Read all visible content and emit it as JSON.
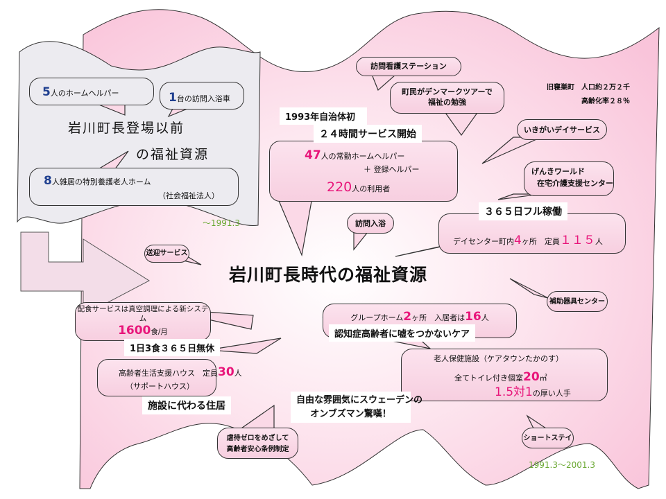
{
  "before": {
    "title1": "岩川町長登場以前",
    "title2": "の福祉資源",
    "period": "～1991.3",
    "helpers": {
      "num": "5",
      "text": "人のホームヘルパー"
    },
    "bath_car": {
      "num": "1",
      "text": "台の訪問入浴車"
    },
    "nursing_home": {
      "num": "8",
      "text": "人雑居の特別養護老人ホーム",
      "sub": "（社会福祉法人）"
    }
  },
  "after": {
    "title": "岩川町長時代の福祉資源",
    "period": "1991.3～2001.3",
    "visit_nursing": "訪問看護ステーション",
    "denmark": [
      "町民がデンマークツアーで",
      "福祉の勉強"
    ],
    "town_info": [
      "旧寝巣町　人口約２万２千",
      "高齢化率２８％"
    ],
    "service24": {
      "label1": "1993年自治体初",
      "label2": "２４時間サービス開始",
      "n1": "47",
      "t1": "人の常勤ホームヘルパー",
      "t2": "＋ 登録ヘルパー",
      "n2": "220",
      "t3": "人の利用者"
    },
    "ikigai": "いきがいデイサービス",
    "genki": [
      "げんきワールド",
      "在宅介護支援センター"
    ],
    "day_center": {
      "label": "３６５日フル稼働",
      "t1": "デイセンター町内",
      "n1": "4",
      "t2": "ヶ所　定員",
      "n2": "１１５",
      "t3": "人"
    },
    "visit_bath": "訪問入浴",
    "transport": "送迎サービス",
    "aids": "補助器具センター",
    "meals": {
      "t1": "配食サービスは真空調理による新システム",
      "n1": "1600",
      "t2": "食/月",
      "label": "1日3食３６５日無休"
    },
    "group_home": {
      "t1": "グループホーム",
      "n1": "2",
      "t2": "ヶ所　入居者は",
      "n2": "16",
      "t3": "人",
      "label": "認知症高齢者に嘘をつかないケア"
    },
    "support_house": {
      "t1": "高齢者生活支援ハウス　定員",
      "n1": "30",
      "t2": "人",
      "t3": "（サポートハウス）",
      "label": "施設に代わる住居"
    },
    "rouken": {
      "t1": "老人保健施設（ケアタウンたかのす）",
      "t2": "全てトイレ付き個室",
      "n1": "20",
      "t3": "㎡",
      "n2": "1.5対1",
      "t4": "の厚い人手"
    },
    "sweden": [
      "自由な雰囲気にスウェーデンの",
      "オンブズマン驚嘆！"
    ],
    "short_stay": "ショートステイ",
    "abuse": [
      "虐待ゼロをめざして",
      "高齢者安心条例制定"
    ]
  },
  "colors": {
    "pink": "#f9c9dc",
    "gray": "#ecebf0",
    "highlight_pink": "#e8157a",
    "highlight_blue": "#1f3f8f",
    "green": "#6aa832"
  }
}
